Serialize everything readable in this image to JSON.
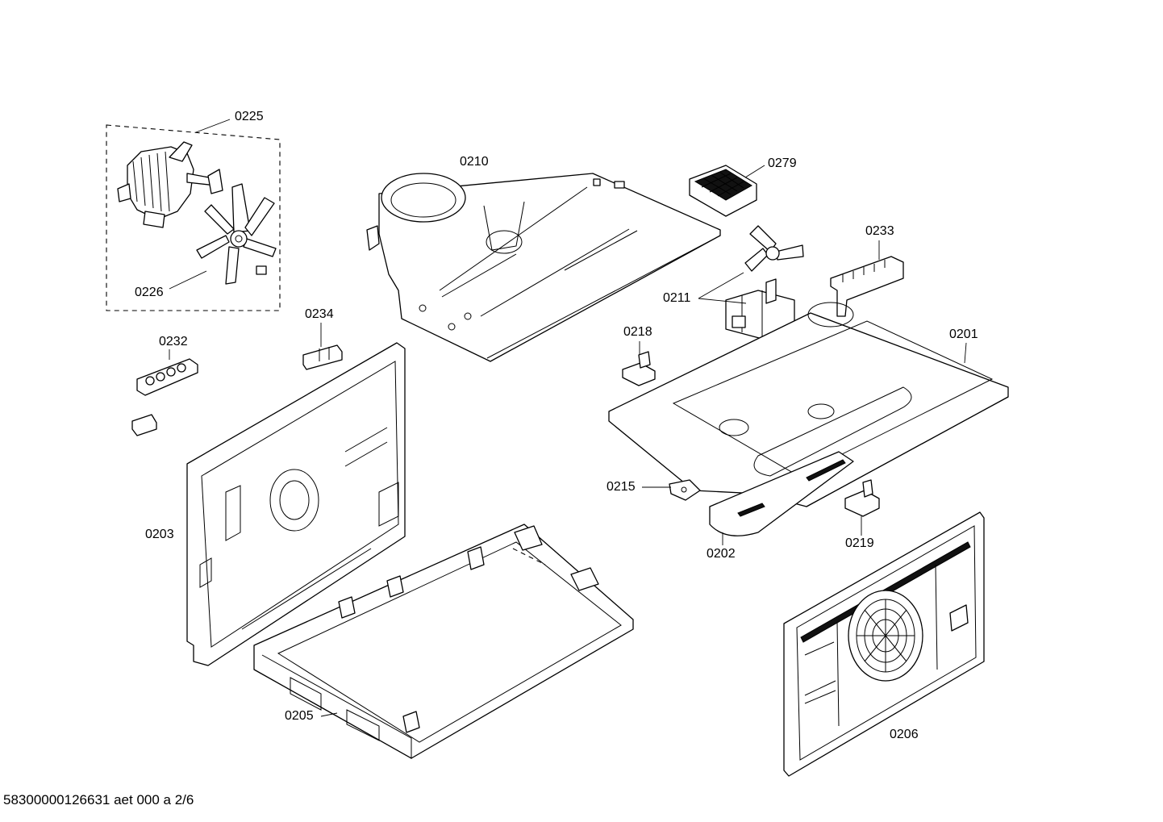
{
  "labels": {
    "p0225": "0225",
    "p0226": "0226",
    "p0210": "0210",
    "p0279": "0279",
    "p0233": "0233",
    "p0211": "0211",
    "p0234": "0234",
    "p0232": "0232",
    "p0218": "0218",
    "p0201": "0201",
    "p0215": "0215",
    "p0202": "0202",
    "p0219": "0219",
    "p0203": "0203",
    "p0205": "0205",
    "p0206": "0206"
  },
  "footer": "58300000126631 aet 000 a 2/6"
}
